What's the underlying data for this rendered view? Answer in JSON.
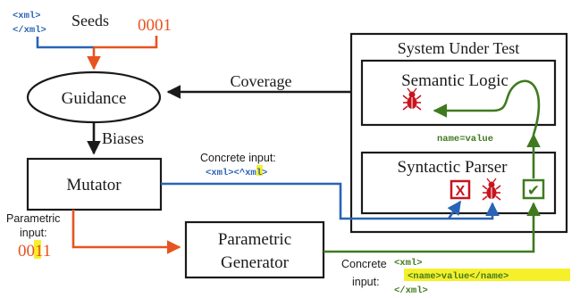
{
  "seeds": {
    "xml_open": "<xml>",
    "xml_close": "</xml>",
    "label": "Seeds",
    "binary": "0001"
  },
  "guidance": {
    "label": "Guidance"
  },
  "biases": {
    "label": "Biases"
  },
  "mutator": {
    "label": "Mutator"
  },
  "coverage": {
    "label": "Coverage"
  },
  "sut": {
    "title": "System Under Test",
    "semantic": "Semantic Logic",
    "syntactic": "Syntactic Parser",
    "name_value": "name=value",
    "reject_mark": "X",
    "accept_mark": "✔"
  },
  "concrete_top": {
    "label": "Concrete input:",
    "pre": "<xml><",
    "caret": "^",
    "post": "xml>"
  },
  "parametric_input": {
    "line1": "Parametric",
    "line2": "input:",
    "bits_pre": "00",
    "bits_hl": "1",
    "bits_post": "1"
  },
  "generator": {
    "line1": "Parametric",
    "line2": "Generator"
  },
  "concrete_bottom": {
    "label1": "Concrete",
    "label2": "input:",
    "xml_open": "<xml>",
    "name_value": "<name>value</name>",
    "xml_close": "</xml>"
  },
  "colors": {
    "blue": "#2a64b4",
    "orange": "#e8531f",
    "green": "#3f7a1f",
    "red": "#c8141e",
    "highlight": "#f6f02a",
    "text": "#1a1a1a"
  }
}
